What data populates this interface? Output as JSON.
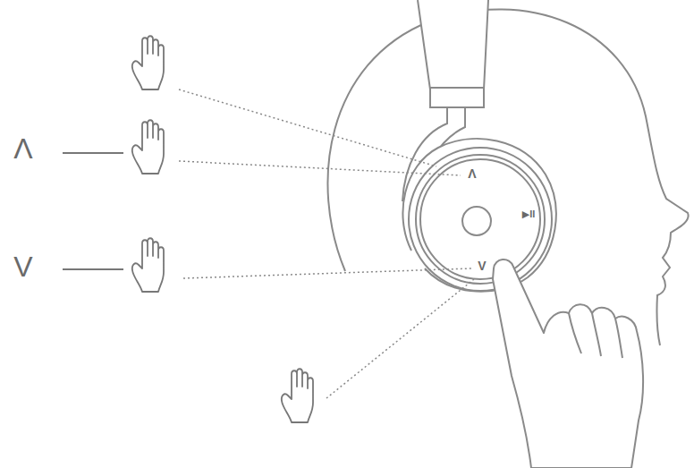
{
  "diagram": {
    "labels": [
      "Λ",
      "V",
      "Λ",
      "V",
      "▶II"
    ]
  }
}
